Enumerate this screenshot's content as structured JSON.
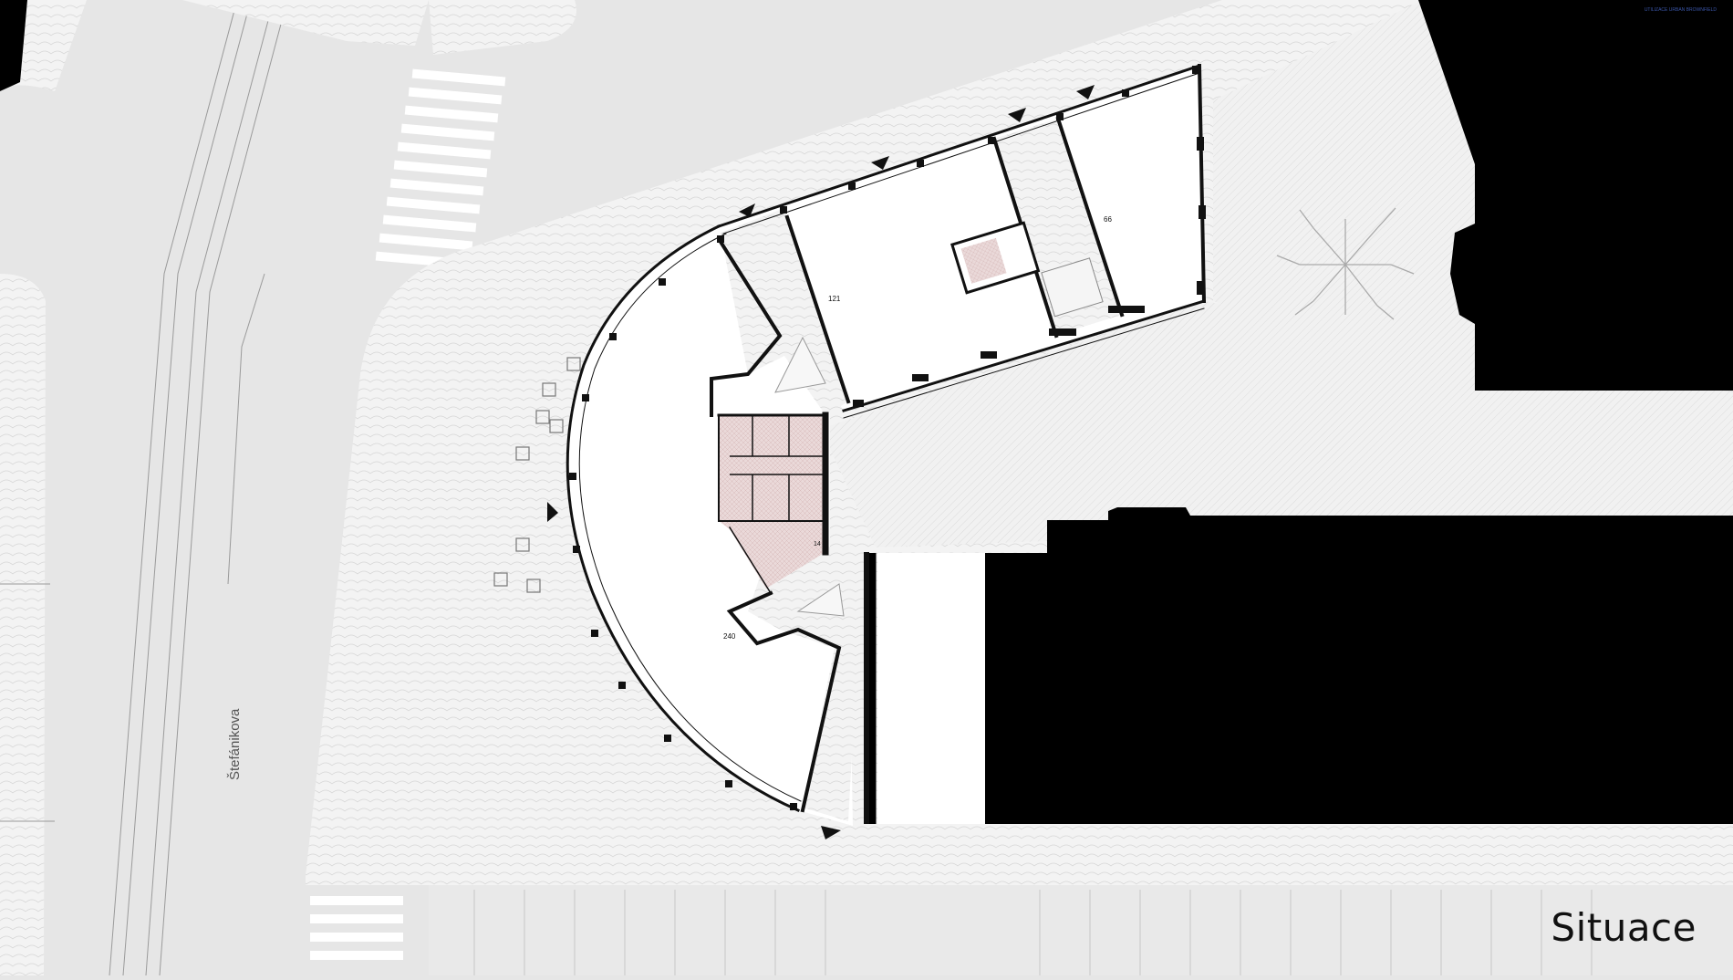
{
  "sheet": {
    "title": "Situace",
    "corner_note": "UTILIZACE URBAN BROWNFIELD"
  },
  "street": {
    "name": "Štefánikova"
  },
  "rooms": [
    {
      "id": "room-240",
      "area_label": "240"
    },
    {
      "id": "room-121",
      "area_label": "121"
    },
    {
      "id": "room-66",
      "area_label": "66"
    },
    {
      "id": "room-14",
      "area_label": "14"
    }
  ],
  "colors": {
    "background": "#e6e6e6",
    "paving": "#f3f3f3",
    "interior": "#ffffff",
    "neighbour_buildings": "#000000",
    "wc_hatch": "#e8d8d8",
    "walls": "#111111"
  },
  "icons": {
    "tree": "tree-icon",
    "entrance": "entrance-arrow-icon",
    "furniture": "table-chairs-icon"
  }
}
